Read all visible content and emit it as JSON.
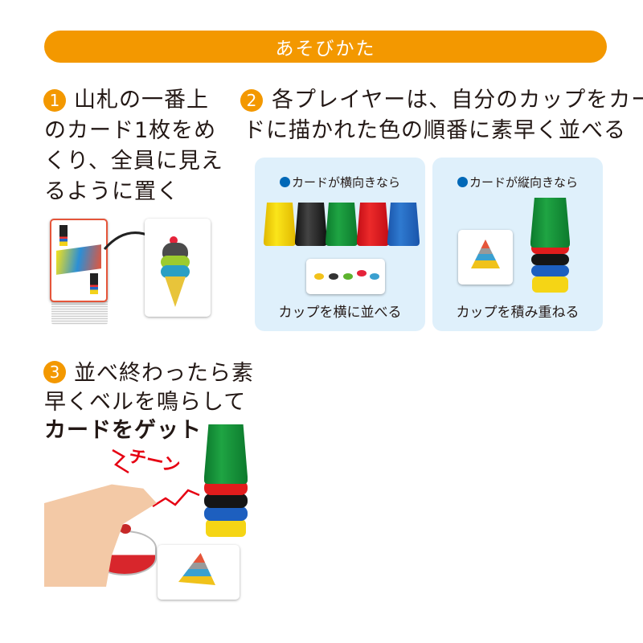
{
  "header": {
    "title": "あそびかた"
  },
  "colors": {
    "accent": "#f39800",
    "panel": "#dff0fb",
    "bullet": "#0068b7"
  },
  "steps": [
    {
      "number": "1",
      "lines": [
        "山札の一番上",
        "のカード1枚をめ",
        "くり、全員に見え",
        "るように置く"
      ]
    },
    {
      "number": "2",
      "lines": [
        "各プレイヤーは、自分のカップをカー",
        "ドに描かれた色の順番に素早く並べる"
      ],
      "panels": [
        {
          "title": "カードが横向きなら",
          "caption": "カップを横に並べる"
        },
        {
          "title": "カードが縦向きなら",
          "caption": "カップを積み重ねる"
        }
      ]
    },
    {
      "number": "3",
      "lines": [
        "並べ終わったら素",
        "早くベルを鳴らして",
        "カードをゲット"
      ],
      "sound": "チーン"
    }
  ]
}
